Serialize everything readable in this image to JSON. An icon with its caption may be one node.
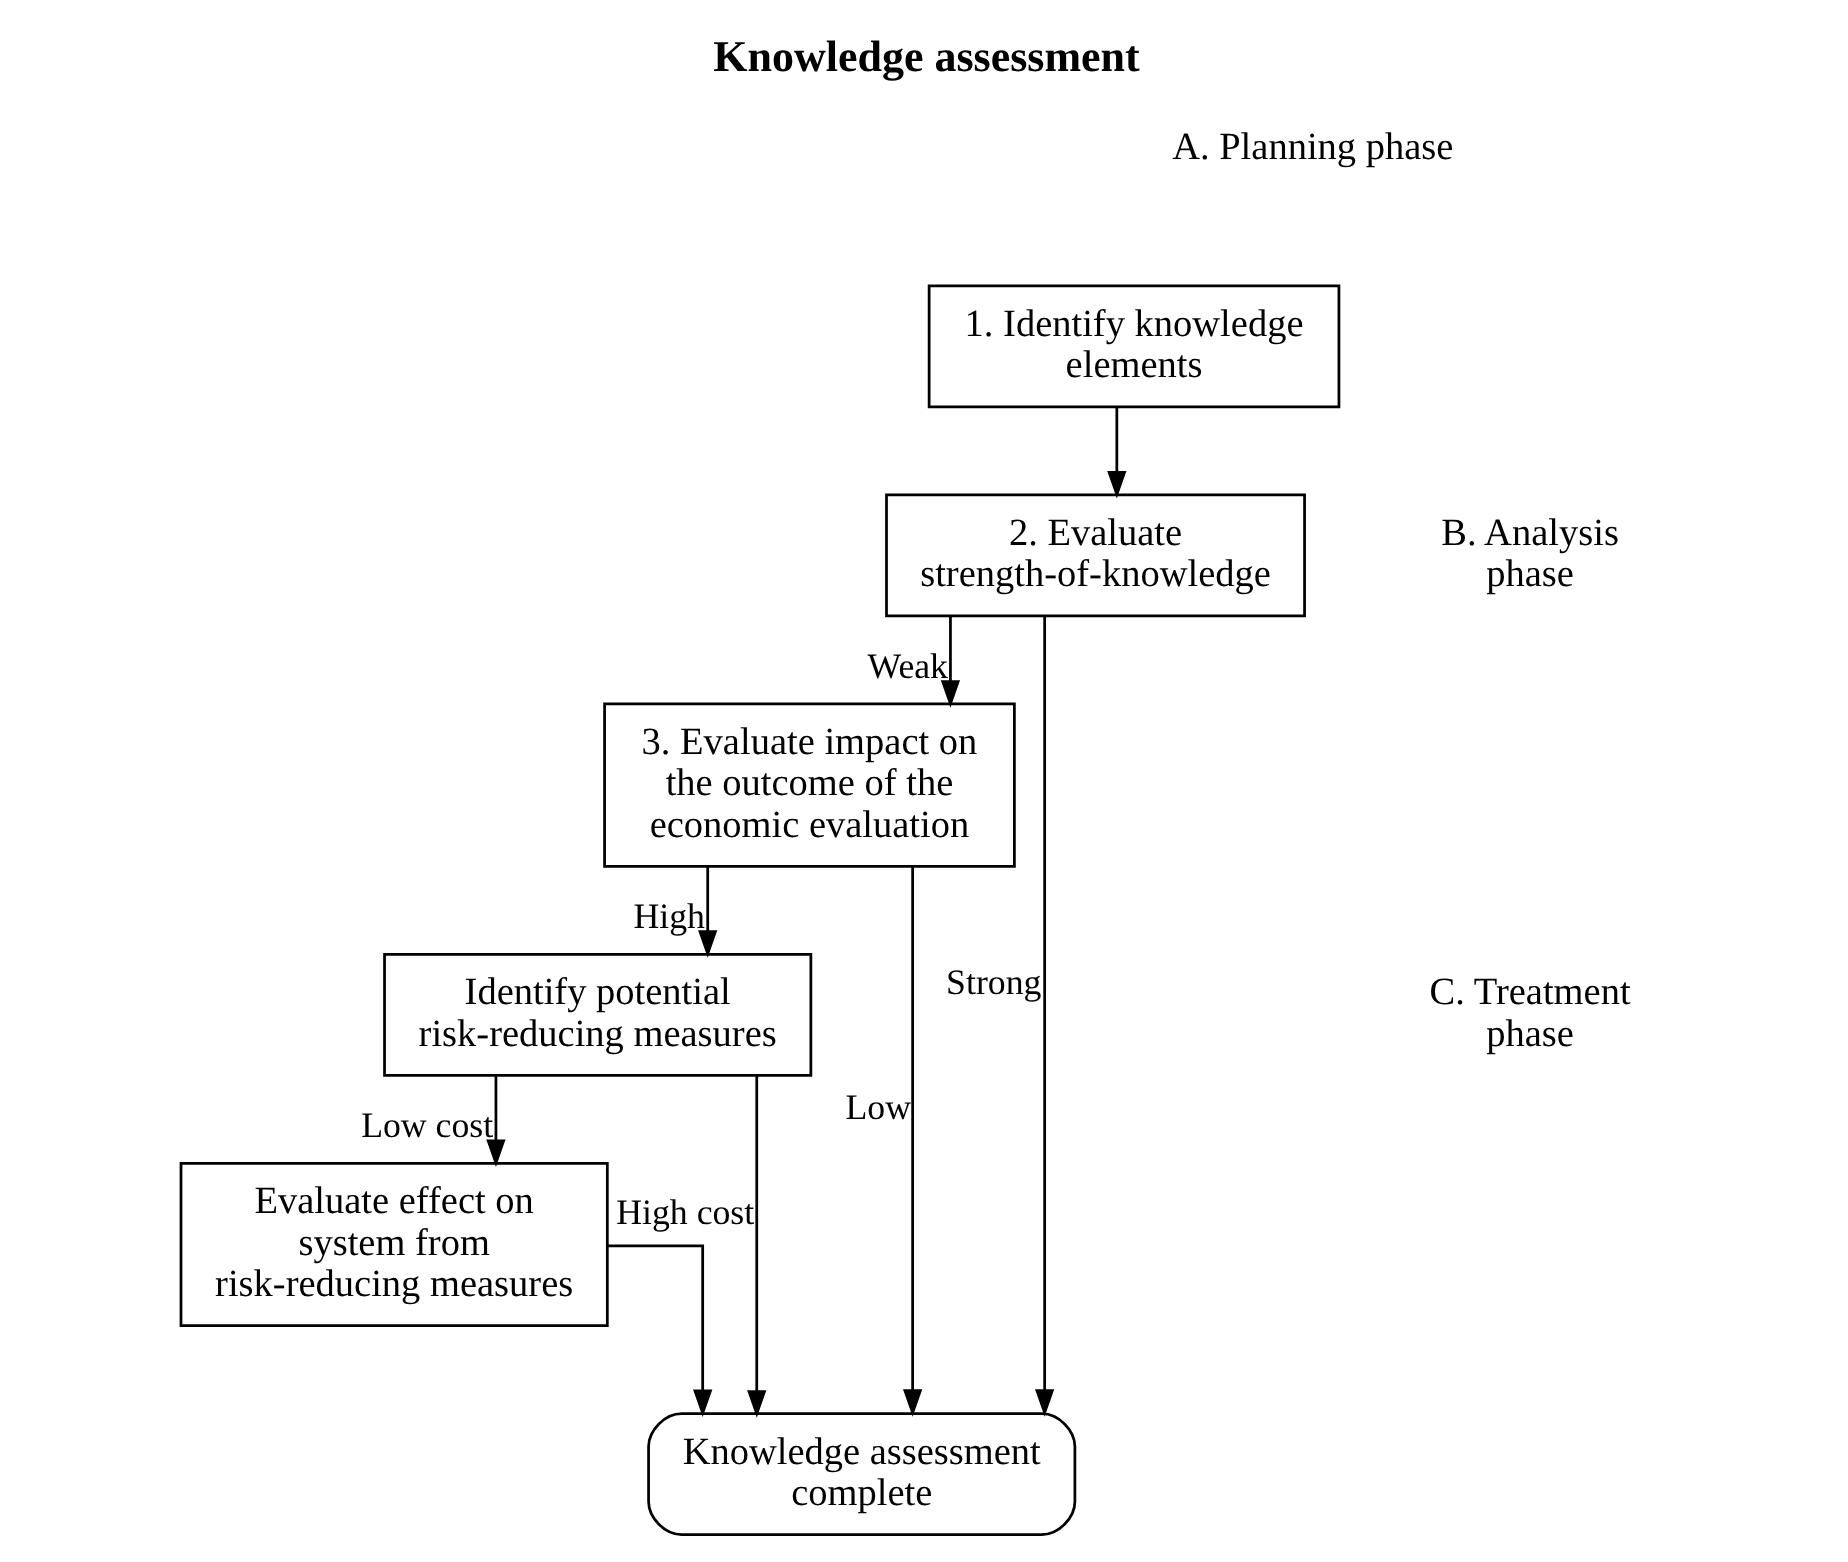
{
  "diagram": {
    "title": "Knowledge assessment",
    "nodes": [
      {
        "text": [
          "1. Identify knowledge elements"
        ]
      },
      {
        "text": [
          "2. Evaluate strength-of-knowledge"
        ]
      },
      {
        "text": [
          "3. Evaluate impact on the outcome of the economic evaluation"
        ]
      },
      {
        "text": [
          "Identify potential risk-reducing measures"
        ]
      },
      {
        "text": [
          "Evaluate effect on system from risk-reducing measures"
        ]
      },
      {
        "text": [
          "Knowledge assessment complete"
        ]
      }
    ],
    "edges": [
      {
        "from": 0,
        "to": 1,
        "arrow": "to"
      },
      {
        "from": 1,
        "to": 2,
        "arrow": "to",
        "label": "Weak"
      },
      {
        "from": 1,
        "to": 5,
        "arrow": "to",
        "label": "Strong"
      },
      {
        "from": 2,
        "to": 3,
        "arrow": "to",
        "label": "High"
      },
      {
        "from": 2,
        "to": 5,
        "arrow": "to",
        "label": "Low"
      },
      {
        "from": 3,
        "to": 4,
        "arrow": "to",
        "label": "Low cost"
      },
      {
        "from": 3,
        "to": 5,
        "arrow": "to",
        "label": "High cost"
      },
      {
        "from": 4,
        "to": 5,
        "arrow": "to"
      }
    ],
    "labels": [
      "A. Planning phase",
      "B. Analysis phase",
      "C. Treatment phase"
    ]
  }
}
